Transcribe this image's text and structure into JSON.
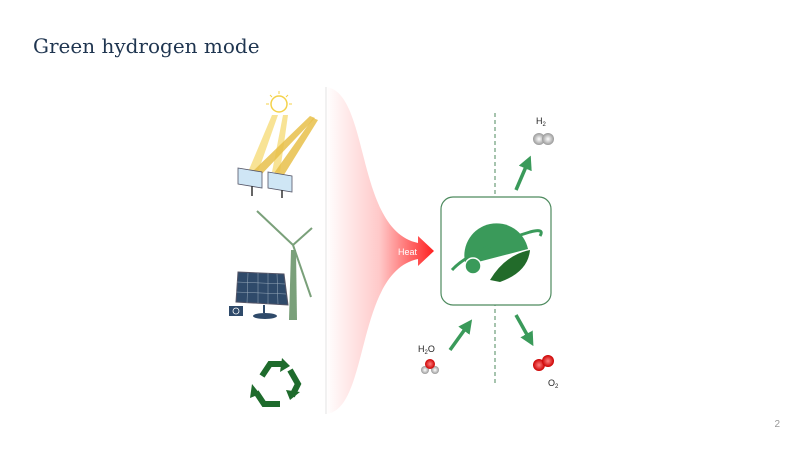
{
  "title": "Green hydrogen mode",
  "page_number": "2",
  "diagram": {
    "heat_label": "Heat",
    "inputs": [
      "solar-concentrator",
      "wind-and-solar-power",
      "recycling"
    ],
    "reactant": {
      "label": "H",
      "sub": "2",
      "suffix": "O"
    },
    "product_h2": {
      "label": "H",
      "sub": "2"
    },
    "product_o2": {
      "label": "O",
      "sub": "2"
    },
    "colors": {
      "green": "#3a9a5a",
      "dark_green": "#226b2a",
      "red": "#ff2a2a",
      "frame": "#4d8a5e"
    }
  }
}
